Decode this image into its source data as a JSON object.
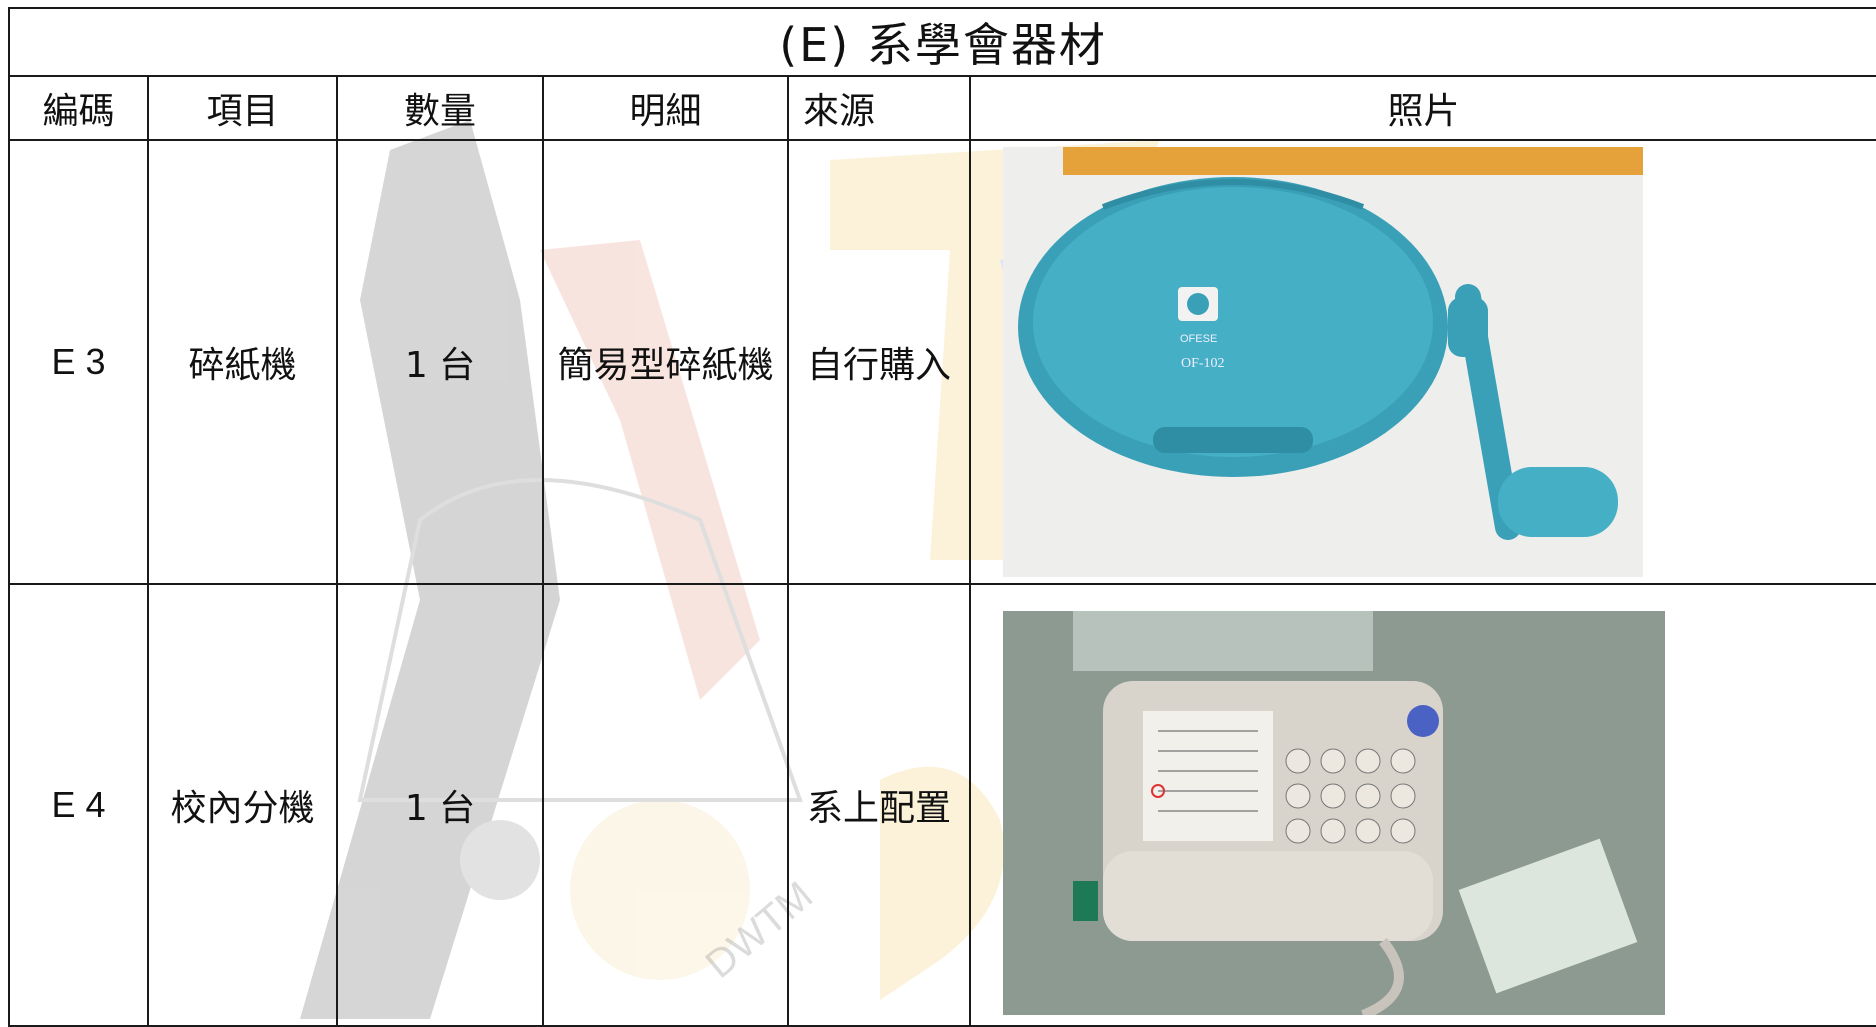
{
  "title": "(E)  系學會器材",
  "headers": [
    "編碼",
    "項目",
    "數量",
    "明細",
    "來源",
    "照片"
  ],
  "rows": [
    {
      "code": "E 3",
      "item": "碎紙機",
      "qty": "1 台",
      "detail": "簡易型碎紙機",
      "source": "自行購入",
      "photo": {
        "subject": "blue hand-crank paper shredder",
        "label_brand": "OFESE",
        "label_model": "OF-102",
        "color": "#3aa0b8"
      }
    },
    {
      "code": "E 4",
      "item": "校內分機",
      "qty": "1  台",
      "detail": "",
      "source": "系上配置",
      "photo": {
        "subject": "beige desk telephone",
        "color": "#d8d4cc"
      }
    }
  ],
  "watermark": {
    "text": "DWTM"
  }
}
